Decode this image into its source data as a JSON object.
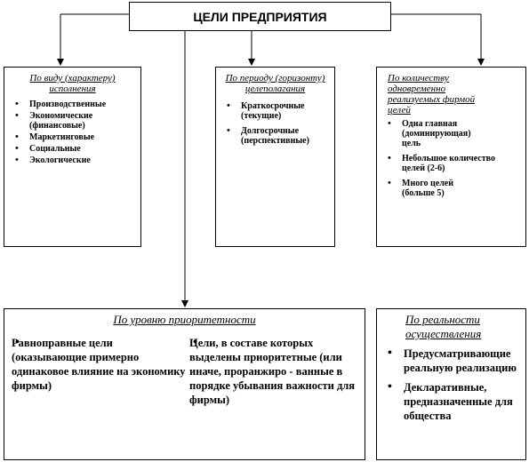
{
  "title": "ЦЕЛИ ПРЕДПРИЯТИЯ",
  "box1": {
    "header": "По виду (характеру) исполнения",
    "items": [
      "Производственные",
      "Экономические (финансовые)",
      "Маркетинговые",
      "Социальные",
      "Экологические"
    ]
  },
  "box2": {
    "header": "По периоду (горизонту) целеполагания",
    "items": [
      "Краткосрочные (текущие)",
      "Долгосрочные (перспективные)"
    ]
  },
  "box3": {
    "header": "По количеству одновременно реализуемых фирмой целей",
    "items": [
      "Одна главная (доминирующая) цель",
      "Небольшое количество целей (2-6)",
      "Много целей (больше 5)"
    ]
  },
  "box4": {
    "header": "По уровню приоритетности",
    "items_left": [
      "Равноправные цели (оказывающие примерно одинаковое влияние на экономику фирмы)"
    ],
    "items_right": [
      "Цели, в составе которых выделены приоритетные (или иначе, проранжиро - ванные в порядке убывания важности для фирмы)"
    ]
  },
  "box5": {
    "header": "По реальности осуществления",
    "items": [
      "Предусматривающие реальную реализацию",
      "Декларативные, предназначенные для общества"
    ]
  }
}
